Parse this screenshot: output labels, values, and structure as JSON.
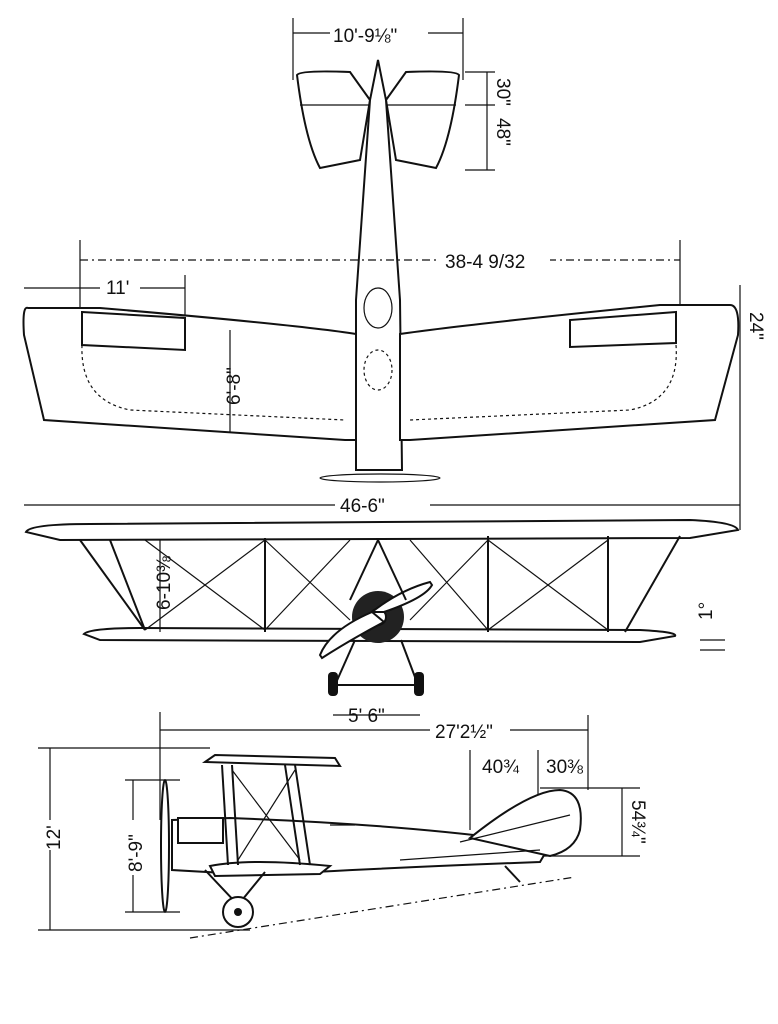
{
  "dimensions": {
    "tail_span": "10'-9⅛\"",
    "tail_chord_front": "30\"",
    "tail_chord_total": "48\"",
    "aileron_span": "38-4 9/32",
    "aileron_length": "11'",
    "wing_offset": "24\"",
    "wing_chord": "6'-8\"",
    "overall_span": "46-6\"",
    "gap": "6-10⅜",
    "dihedral": "1°",
    "wheel_track": "5' 6\"",
    "overall_length": "27'2½\"",
    "stabilizer_chord": "40¾",
    "elevator_chord": "30⅜",
    "rudder_height": "54¾\"",
    "overall_height": "12'",
    "propeller_diameter": "8'-9\""
  }
}
